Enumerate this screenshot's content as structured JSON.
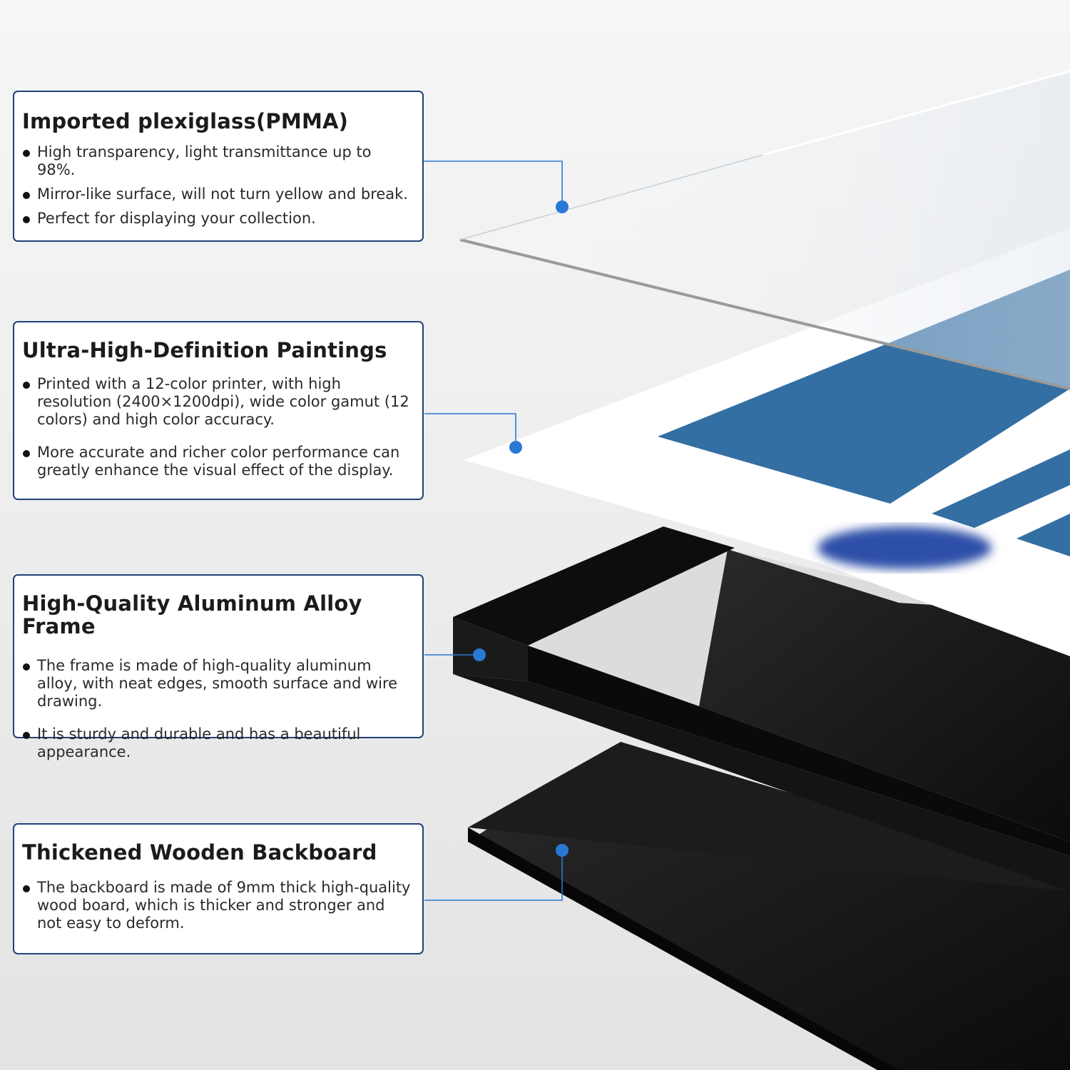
{
  "colors": {
    "accent_blue": "#2a78d6",
    "callout_border": "#22407a",
    "painting_blue": "#336fa3",
    "frame_black": "#111111"
  },
  "callouts": [
    {
      "title": "Imported plexiglass(PMMA)",
      "bullets": [
        "High transparency, light transmittance up to 98%.",
        "Mirror-like surface, will not turn yellow and break.",
        "Perfect for displaying your collection."
      ]
    },
    {
      "title": "Ultra-High-Definition Paintings",
      "bullets": [
        "Printed with a 12-color printer, with high resolution (2400×1200dpi), wide color gamut (12 colors) and high color accuracy.",
        "More accurate and richer color performance can greatly enhance the visual effect of the display."
      ]
    },
    {
      "title": "High-Quality Aluminum Alloy Frame",
      "bullets": [
        "The frame is made of high-quality aluminum alloy, with neat edges, smooth surface and wire drawing.",
        "It is sturdy and durable and has a beautiful appearance."
      ]
    },
    {
      "title": "Thickened Wooden Backboard",
      "bullets": [
        "The backboard is made of 9mm thick high-quality wood board, which is thicker and stronger and not easy to deform."
      ]
    }
  ]
}
